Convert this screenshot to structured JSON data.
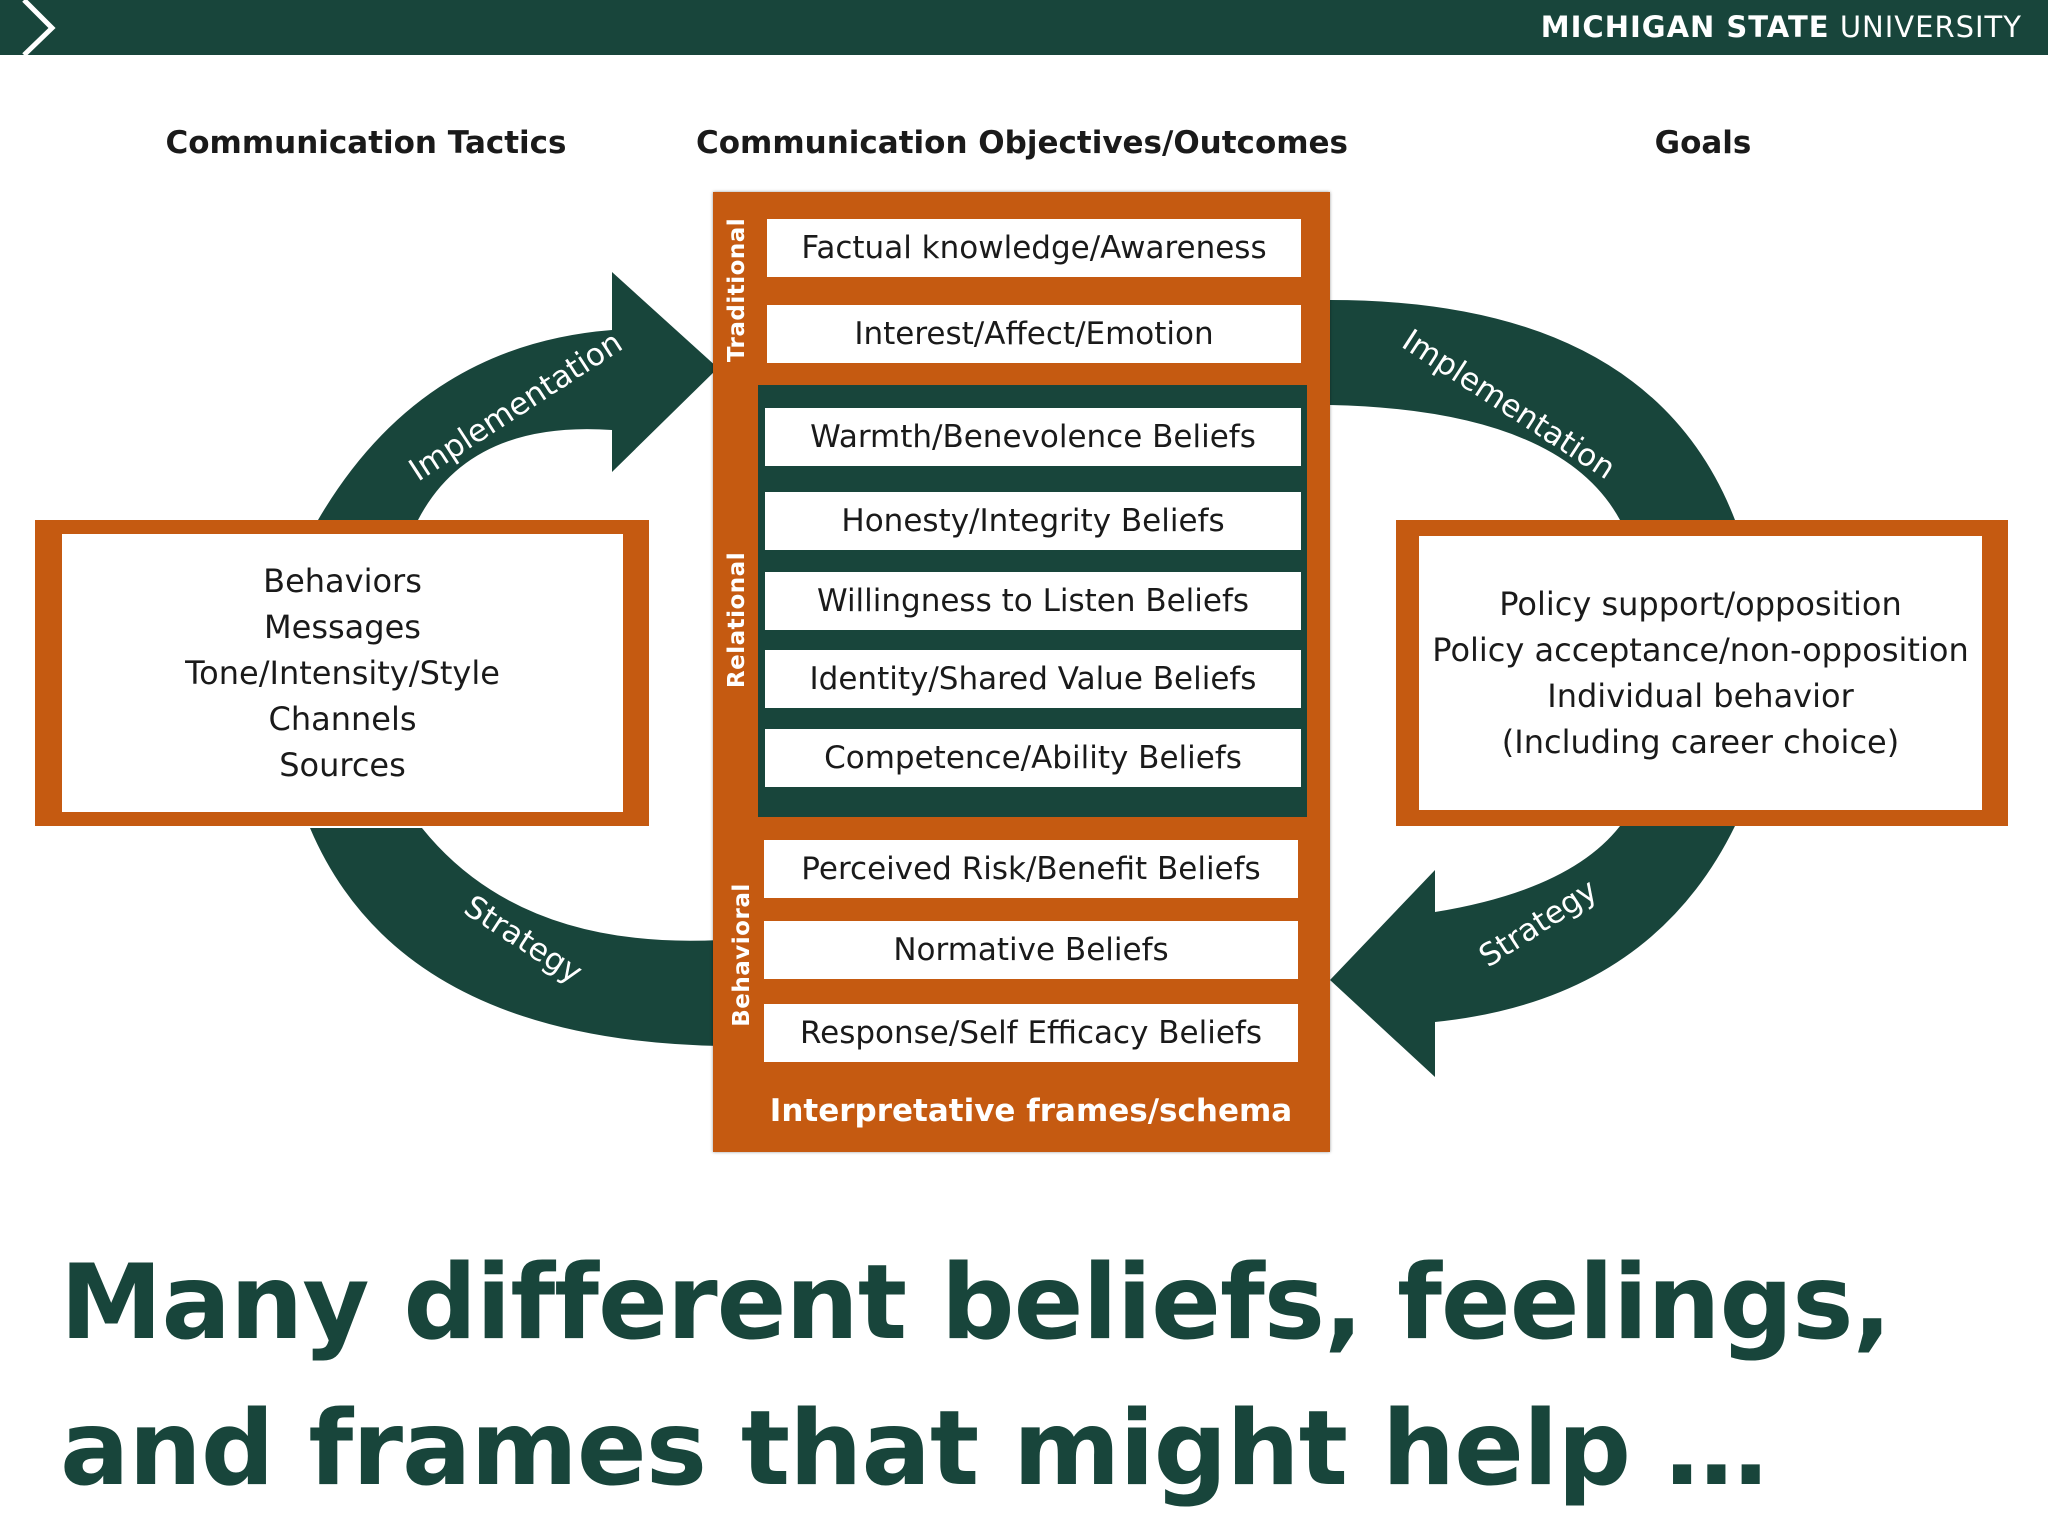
{
  "header": {
    "brand_bold": "MICHIGAN STATE",
    "brand_light": "UNIVERSITY"
  },
  "diagram": {
    "column_headers": {
      "left": "Communication Tactics",
      "center": "Communication Objectives/Outcomes",
      "right": "Goals"
    },
    "tactics": [
      "Behaviors",
      "Messages",
      "Tone/Intensity/Style",
      "Channels",
      "Sources"
    ],
    "goals": [
      "Policy support/opposition",
      "Policy acceptance/non-opposition",
      "Individual behavior",
      "(Including career choice)"
    ],
    "groups": {
      "traditional": {
        "label": "Traditional",
        "items": [
          "Factual knowledge/Awareness",
          "Interest/Affect/Emotion"
        ]
      },
      "relational": {
        "label": "Relational",
        "items": [
          "Warmth/Benevolence Beliefs",
          "Honesty/Integrity Beliefs",
          "Willingness to Listen Beliefs",
          "Identity/Shared Value Beliefs",
          "Competence/Ability Beliefs"
        ]
      },
      "behavioral": {
        "label": "Behavioral",
        "items": [
          "Perceived Risk/Benefit Beliefs",
          "Normative Beliefs",
          "Response/Self Efficacy Beliefs"
        ]
      }
    },
    "frames_label": "Interpretative frames/schema",
    "arrows": {
      "left_top": "Implementation",
      "left_bottom": "Strategy",
      "right_top": "Implementation",
      "right_bottom": "Strategy"
    },
    "colors": {
      "green": "#18453b",
      "orange": "#c55a11",
      "white": "#ffffff"
    }
  },
  "headline": {
    "line1": "Many different beliefs, feelings,",
    "line2": "and frames that might help …"
  }
}
